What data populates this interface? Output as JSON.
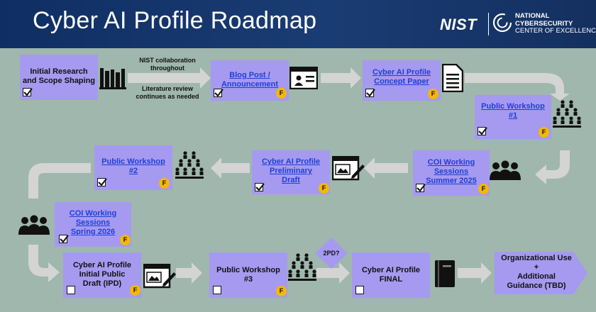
{
  "header": {
    "title": "Cyber AI Profile Roadmap",
    "logo_nist": "NIST",
    "logo_line1": "NATIONAL",
    "logo_line2": "CYBERSECURITY",
    "logo_line3": "CENTER OF EXCELLENCE"
  },
  "notes": {
    "collab_1": "NIST collaboration",
    "collab_2": "throughout",
    "review_1": "Literature review",
    "review_2": "continues as needed",
    "pd2": "2PD?"
  },
  "badge_letter": "F",
  "steps": [
    {
      "line1": "Initial Research",
      "line2": "and Scope Shaping",
      "checked": true
    },
    {
      "line1": "Blog Post /",
      "line2": "Announcement",
      "checked": true
    },
    {
      "line1": "Cyber AI Profile",
      "line2": "Concept Paper",
      "checked": true
    },
    {
      "line1": "Public Workshop",
      "line2": "#1",
      "checked": true
    },
    {
      "line1": "COI Working",
      "line2": "Sessions",
      "line3": "Summer 2025",
      "checked": true
    },
    {
      "line1": "Cyber AI Profile",
      "line2": "Preliminary",
      "line3": "Draft",
      "checked": true
    },
    {
      "line1": "Public Workshop",
      "line2": "#2",
      "checked": true
    },
    {
      "line1": "COI Working",
      "line2": "Sessions",
      "line3": "Spring 2026",
      "checked": true
    },
    {
      "line1": "Cyber AI Profile",
      "line2": "Initial Public",
      "line3": "Draft (IPD)",
      "checked": false
    },
    {
      "line1": "Public Workshop",
      "line2": "#3",
      "checked": false
    },
    {
      "line1": "Cyber AI Profile",
      "line2": "FINAL",
      "checked": false
    },
    {
      "line1": "Organizational Use",
      "line2": "+",
      "line3": "Additional",
      "line4": "Guidance (TBD)"
    }
  ],
  "icons": {
    "books": "books-icon",
    "blog": "webpage-icon",
    "paper": "document-icon",
    "audience": "audience-icon",
    "meeting": "meeting-group-icon",
    "draft": "draft-edit-icon",
    "final": "final-book-icon"
  },
  "colors": {
    "header_bg": "#13305f",
    "background": "#9fb7ad",
    "step_box": "#a59af0",
    "link_text": "#1f3fd6",
    "badge": "#f5b800",
    "arrow": "#d4d4d4"
  }
}
